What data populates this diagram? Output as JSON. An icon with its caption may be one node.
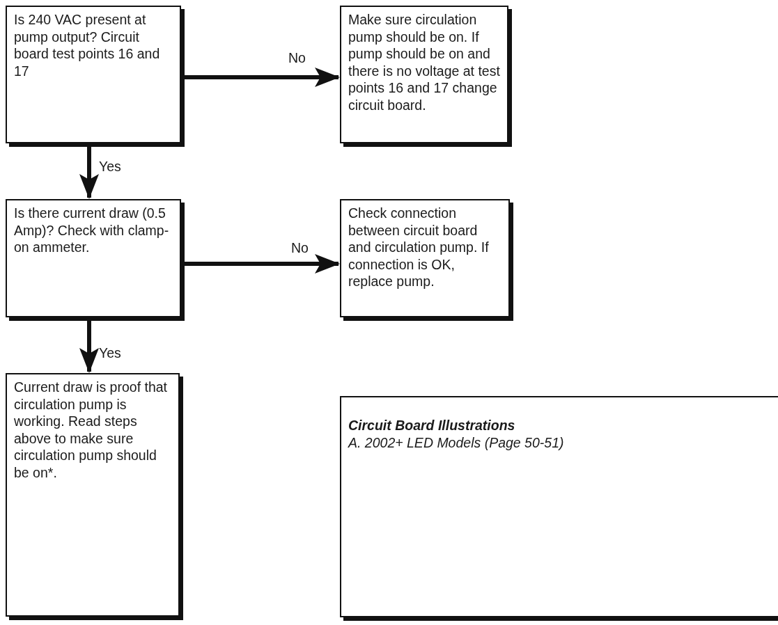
{
  "diagram": {
    "nodes": [
      {
        "text": [
          "Is 240 VAC present at pump output? Circuit board test points 16 and 17"
        ]
      },
      {
        "text": [
          "Make sure circulation pump should be on.  If pump should be on and there is no voltage at test points 16 and 17 change circuit board."
        ]
      },
      {
        "text": [
          "Is there current draw (0.5 Amp)?  Check with clamp-on ammeter."
        ]
      },
      {
        "text": [
          "Check connection between circuit board and circulation pump.  If connection is OK, replace pump."
        ]
      },
      {
        "text": [
          "Current draw is proof that circulation pump is working.  Read steps above to make sure circulation pump should be on*."
        ]
      },
      {
        "text": [
          "Circuit Board Illustrations",
          "A.  2002+ LED Models (Page 50-51)"
        ]
      }
    ],
    "edges": [
      {
        "from": 0,
        "to": 1,
        "arrow": "to",
        "label": "No"
      },
      {
        "from": 0,
        "to": 2,
        "arrow": "to",
        "label": "Yes"
      },
      {
        "from": 2,
        "to": 3,
        "arrow": "to",
        "label": "No"
      },
      {
        "from": 2,
        "to": 4,
        "arrow": "to",
        "label": "Yes"
      }
    ]
  }
}
